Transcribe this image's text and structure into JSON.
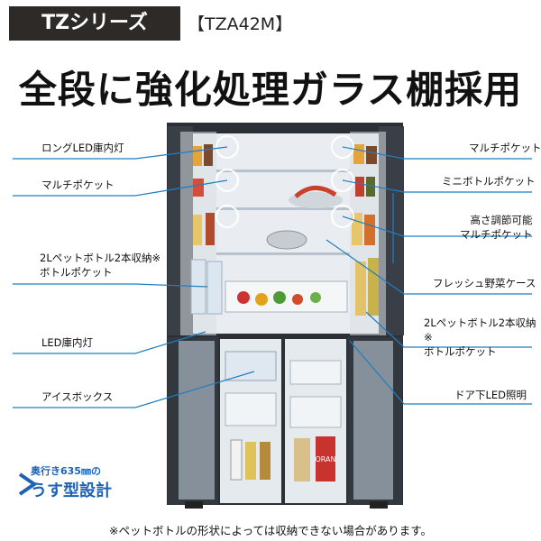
{
  "header": {
    "series_badge": "TZシリーズ",
    "model": "【TZA42M】",
    "headline": "全段に強化処理ガラス棚採用"
  },
  "labels_left": [
    {
      "text": "ロングLED庫内灯"
    },
    {
      "text": "マルチポケット"
    },
    {
      "text": "2Lペットボトル2本収納※\nボトルポケット"
    },
    {
      "text": "LED庫内灯"
    },
    {
      "text": "アイスボックス"
    }
  ],
  "labels_right": [
    {
      "text": "マルチポケット"
    },
    {
      "text": "ミニボトルポケット"
    },
    {
      "text": "高さ調節可能\nマルチポケット"
    },
    {
      "text": "フレッシュ野菜ケース"
    },
    {
      "text": "2Lペットボトル2本収納※\nボトルポケット"
    },
    {
      "text": "ドア下LED照明"
    }
  ],
  "thin_badge": {
    "line1": "奥行き635㎜の",
    "line2": "うす型設計"
  },
  "footnote": "※ペットボトルの形状によっては収納できない場合があります。",
  "colors": {
    "badge_bg": "#2d2a28",
    "callout_line": "#1e7fc1",
    "thin_badge_blue": "#1c63b6",
    "fridge_body": "#2b2f36"
  },
  "packages": {
    "oran": "ORAN"
  }
}
